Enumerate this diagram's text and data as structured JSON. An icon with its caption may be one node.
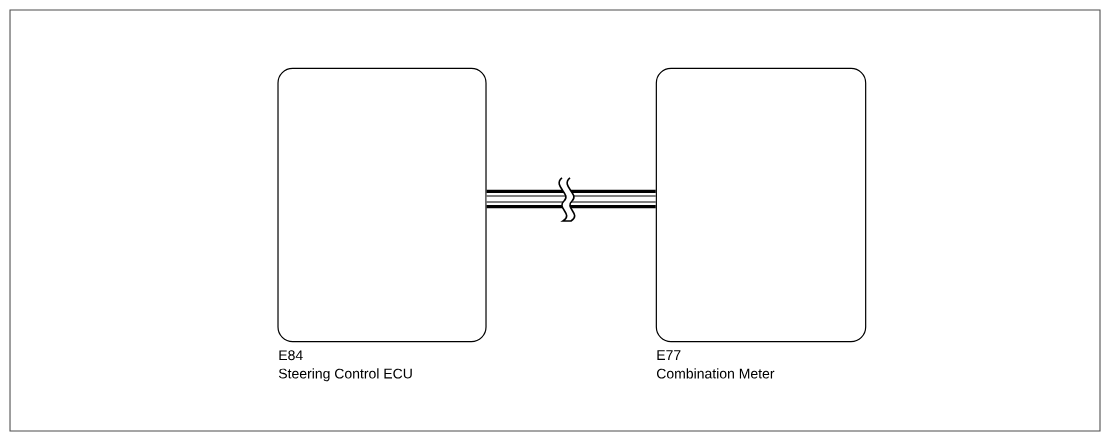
{
  "diagram": {
    "nodes": [
      {
        "text": [
          "E84",
          "Steering Control ECU"
        ]
      },
      {
        "text": [
          "E77",
          "Combination Meter"
        ]
      }
    ],
    "edges": [
      {
        "from": 0,
        "to": 1,
        "arrow": "none"
      }
    ]
  }
}
